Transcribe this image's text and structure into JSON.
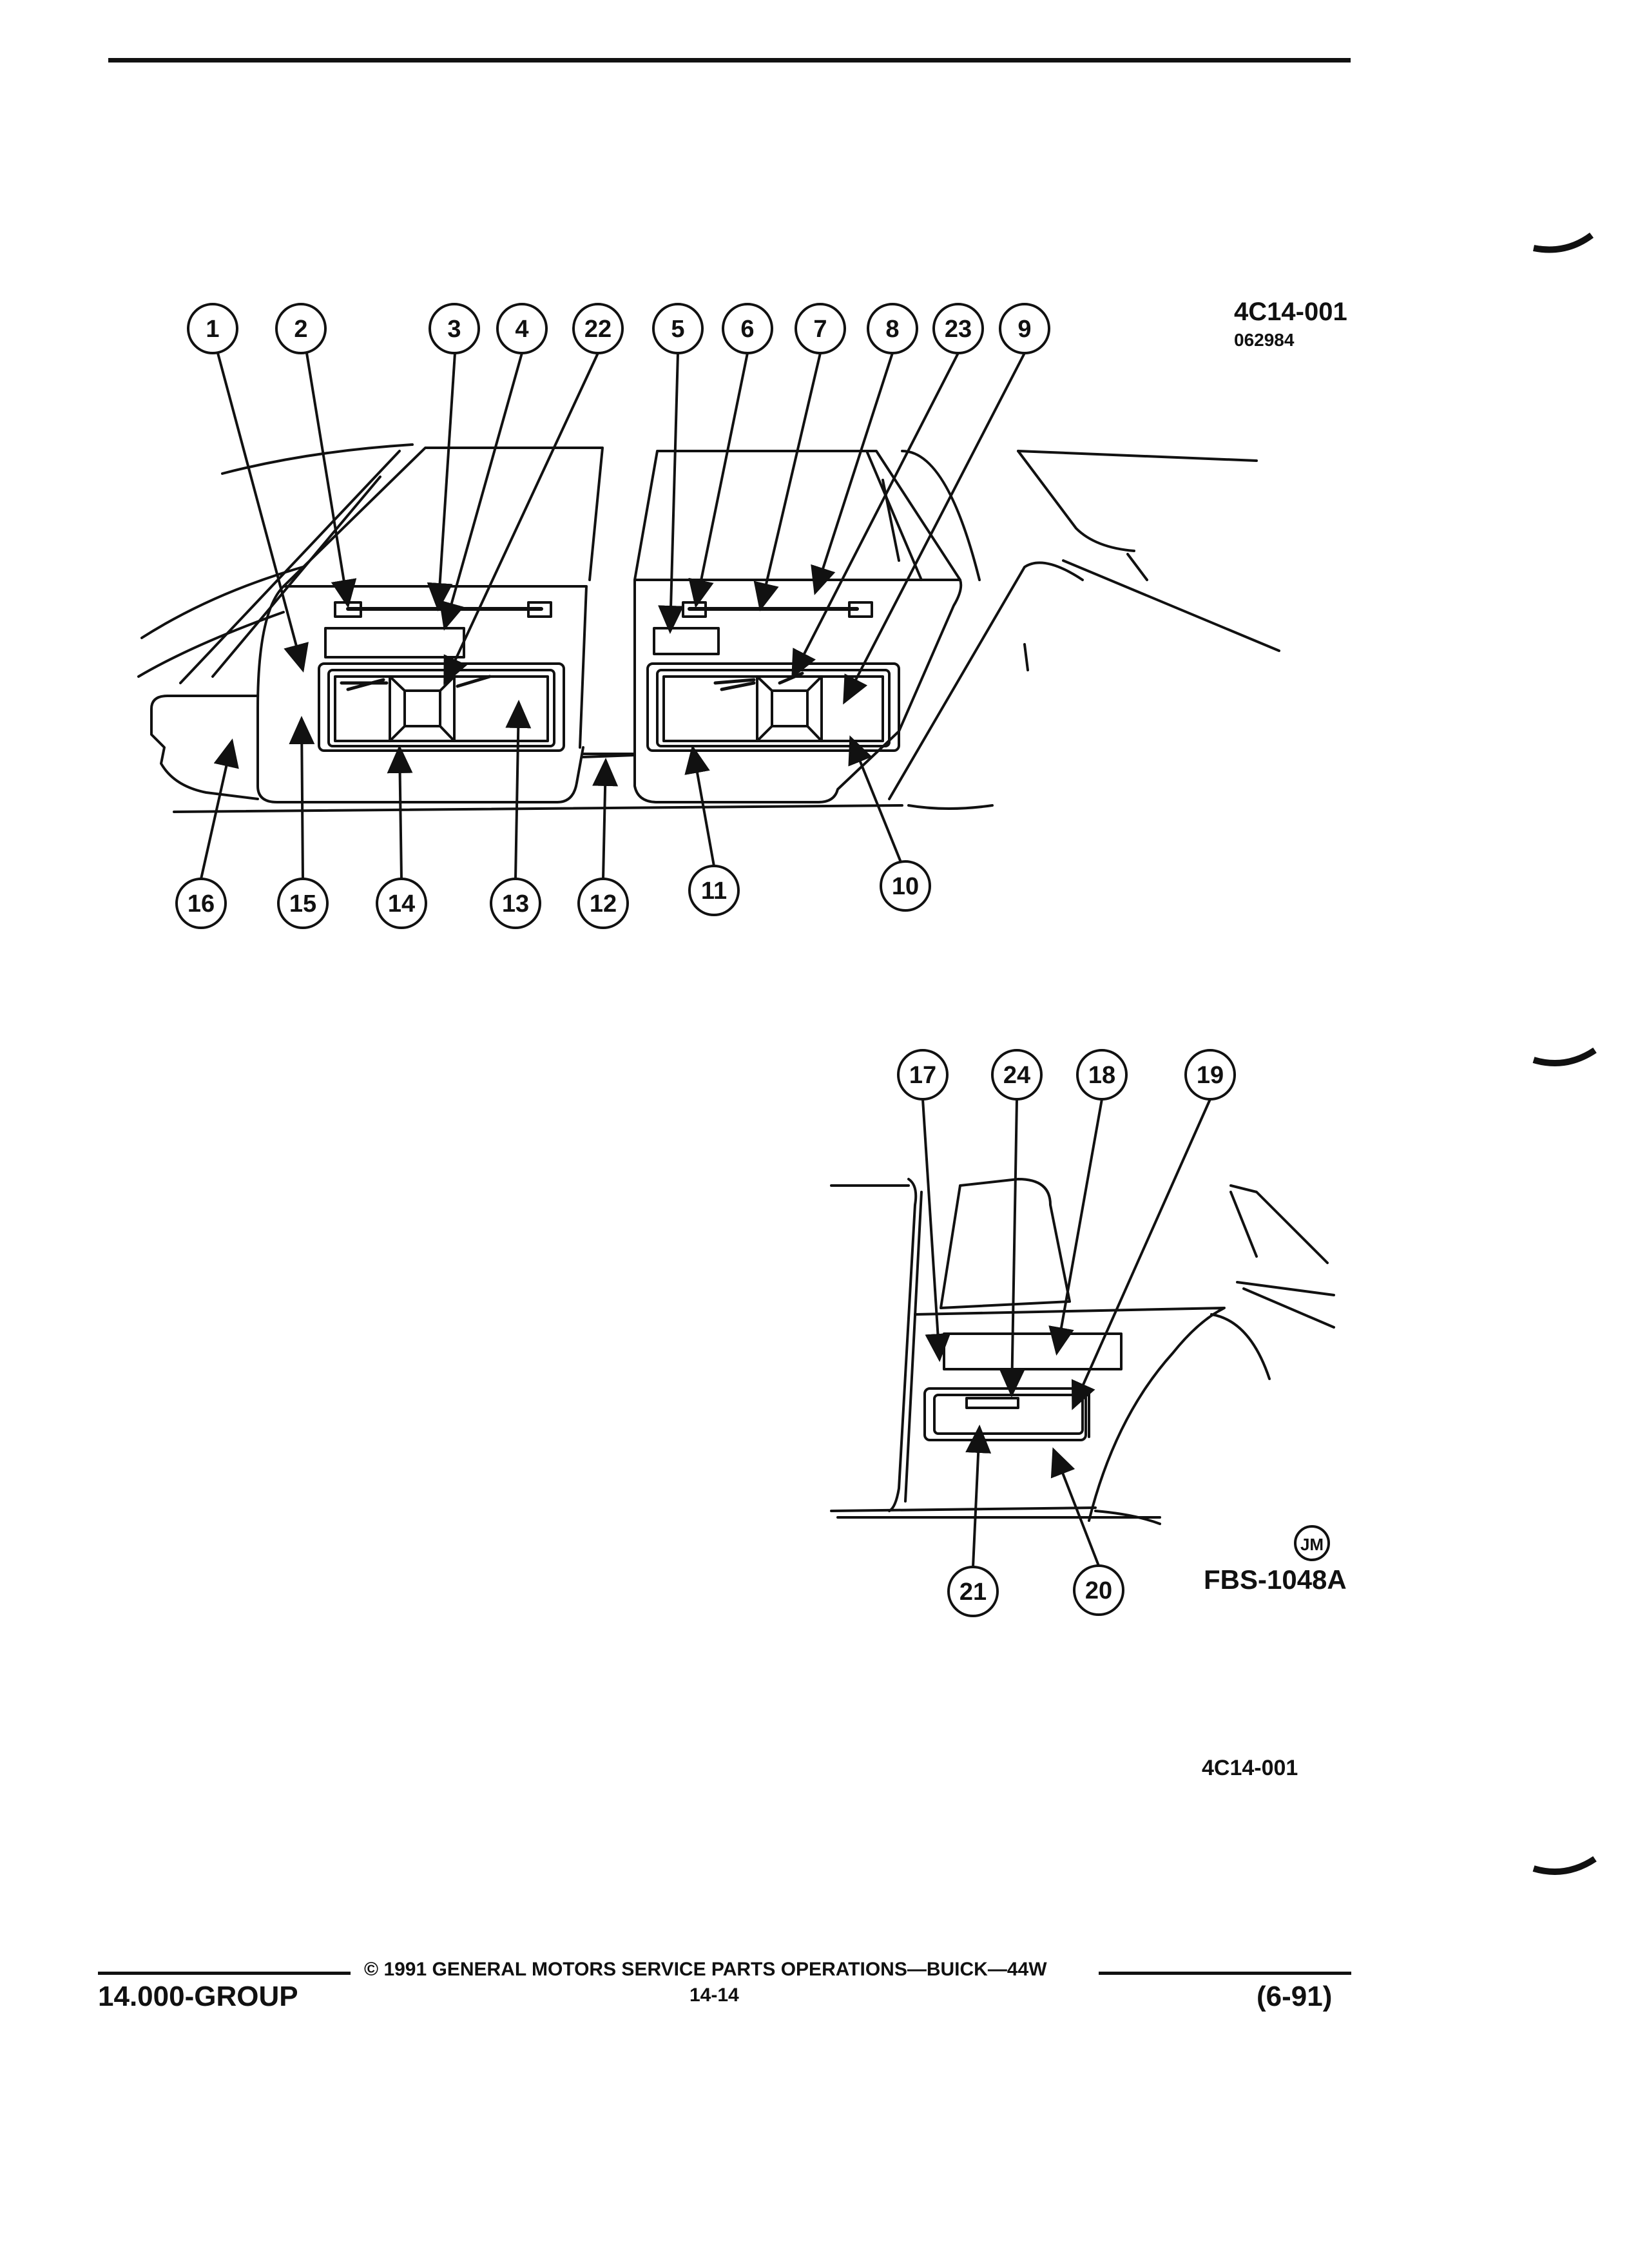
{
  "header": {},
  "figure_top": {
    "code": "4C14-001",
    "date_code": "062984"
  },
  "figure_bottom": {
    "logo_text": "JM",
    "code": "FBS-1048A"
  },
  "figure_caption": "4C14-001",
  "footer": {
    "copyright": "©  1991  GENERAL MOTORS SERVICE PARTS OPERATIONS—BUICK—44W",
    "group": "14.000-GROUP",
    "page": "14-14",
    "date": "(6-91)"
  },
  "callouts": {
    "c1": "1",
    "c2": "2",
    "c3": "3",
    "c4": "4",
    "c5": "5",
    "c6": "6",
    "c7": "7",
    "c8": "8",
    "c9": "9",
    "c10": "10",
    "c11": "11",
    "c12": "12",
    "c13": "13",
    "c14": "14",
    "c15": "15",
    "c16": "16",
    "c17": "17",
    "c18": "18",
    "c19": "19",
    "c20": "20",
    "c21": "21",
    "c22": "22",
    "c23": "23",
    "c24": "24"
  }
}
